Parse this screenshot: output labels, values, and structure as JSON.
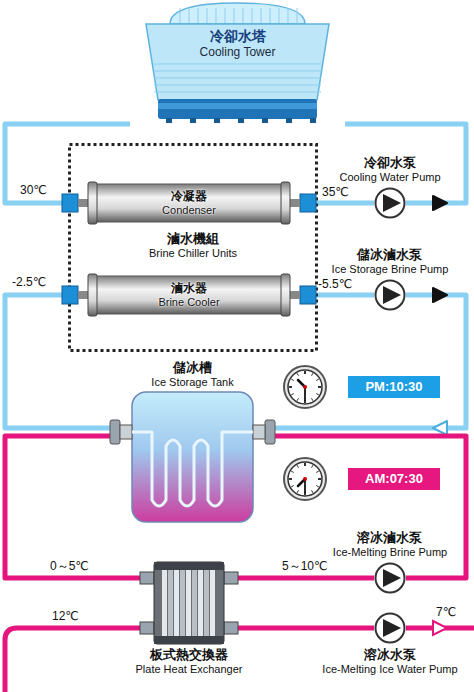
{
  "diagram": {
    "nodes": [
      {
        "text": [
          "冷卻水塔",
          "Cooling Tower"
        ]
      },
      {
        "text": [
          "滷水機組",
          "Brine Chiller Units"
        ]
      },
      {
        "text": [
          "冷凝器",
          "Condenser"
        ],
        "in": 1
      },
      {
        "text": [
          "滷水器",
          "Brine Cooler"
        ],
        "in": 1
      },
      {
        "text": [
          "冷卻水泵",
          "Cooling Water Pump"
        ]
      },
      {
        "text": [
          "儲冰滷水泵",
          "Ice Storage Brine Pump"
        ]
      },
      {
        "text": [
          "儲冰槽",
          "Ice Storage Tank"
        ]
      },
      {
        "text": [
          "PM:10:30"
        ]
      },
      {
        "text": [
          "AM:07:30"
        ]
      },
      {
        "text": [
          "溶冰滷水泵",
          "Ice-Melting Brine Pump"
        ]
      },
      {
        "text": [
          "板式熱交換器",
          "Plate Heat Exchanger"
        ]
      },
      {
        "text": [
          "溶冰水泵",
          "Ice-Melting Ice Water Pump"
        ]
      }
    ],
    "edges": [
      {
        "from": 0,
        "to": 2,
        "arrow": "none"
      },
      {
        "from": 2,
        "to": 4,
        "arrow": "none"
      },
      {
        "from": 4,
        "to": 0,
        "arrow": "to"
      },
      {
        "from": 3,
        "to": 5,
        "arrow": "none"
      },
      {
        "from": 5,
        "to": 6,
        "arrow": "to"
      },
      {
        "from": 6,
        "to": 3,
        "arrow": "none"
      },
      {
        "from": 6,
        "to": 10,
        "arrow": "none"
      },
      {
        "from": 10,
        "to": 9,
        "arrow": "none"
      },
      {
        "from": 9,
        "to": 6,
        "arrow": "none"
      },
      {
        "from": 10,
        "to": 11,
        "arrow": "none"
      }
    ],
    "labels": [
      "30℃",
      "35℃",
      "-2.5℃",
      "-5.5℃",
      "0～5℃",
      "5～10℃",
      "12℃",
      "7℃"
    ]
  }
}
